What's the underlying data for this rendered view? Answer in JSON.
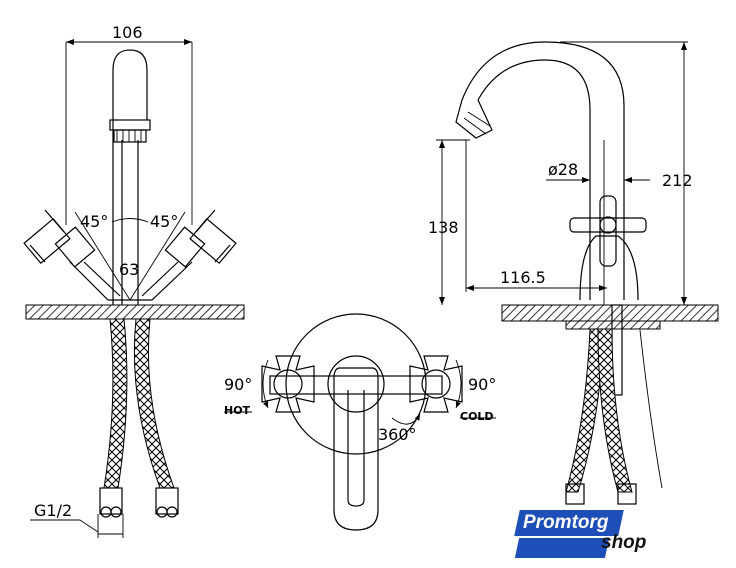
{
  "front_view": {
    "width_label": "106",
    "angle_left": "45°",
    "angle_right": "45°",
    "handle_spacing": "63",
    "thread": "G1/2"
  },
  "top_view": {
    "rotate_left": "90°",
    "rotate_right": "90°",
    "hot_label": "HOT",
    "cold_label": "COLD",
    "spout_rotation": "360°"
  },
  "side_view": {
    "spout_diameter": "ø28",
    "total_height": "212",
    "spout_height": "138",
    "spout_reach": "116.5"
  },
  "logo": {
    "brand": "Promtorg",
    "suffix": "shop",
    "brand_color": "#1e4fb8"
  }
}
